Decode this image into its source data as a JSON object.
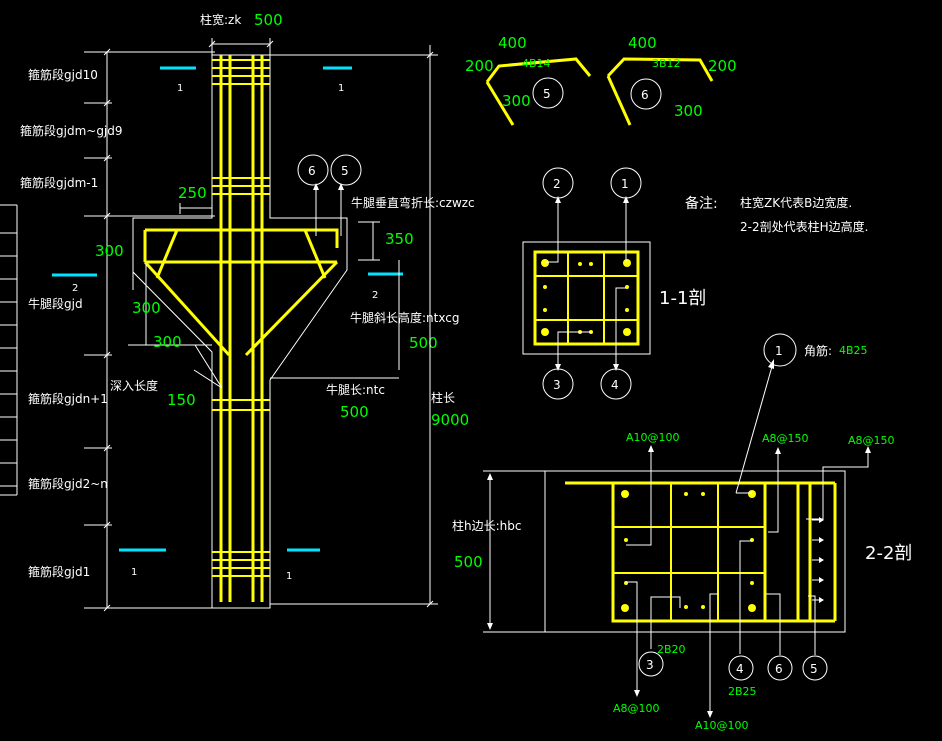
{
  "left_labels": {
    "gjd10": "箍筋段gjd10",
    "gjdm_gjd9": "箍筋段gjdm~gjd9",
    "gjdm_1": "箍筋段gjdm-1",
    "gjd": "牛腿段gjd",
    "gjdn_1": "箍筋段gjdn+1",
    "gjd2_n": "箍筋段gjd2~n",
    "gjd1": "箍筋段gjd1"
  },
  "top": {
    "column_width_label": "柱宽:zk",
    "column_width_value": "500"
  },
  "dims": {
    "d250": "250",
    "d300a": "300",
    "d300b": "300",
    "d300c": "300",
    "d350": "350",
    "d500a": "500",
    "d500b": "500",
    "d150": "150",
    "d9000": "9000",
    "d500c": "500"
  },
  "corbel": {
    "vertical_bend_label": "牛腿垂直弯折长:czwzc",
    "slant_height_label": "牛腿斜长高度:ntxcg",
    "length_label": "牛腿长:ntc",
    "embed_label": "深入长度",
    "column_length_label": "柱长"
  },
  "section_marks": {
    "one_a": "1",
    "one_b": "1",
    "two_a": "2",
    "two_b": "2",
    "one_c": "1",
    "one_d": "1"
  },
  "bars": {
    "b5": {
      "code": "4B14",
      "d400": "400",
      "d200": "200",
      "d300": "300",
      "num": "5"
    },
    "b6": {
      "code": "3B12",
      "d400": "400",
      "d200": "200",
      "d300": "300",
      "num": "6"
    }
  },
  "callouts": {
    "c6": "6",
    "c5": "5",
    "c2": "2",
    "c1": "1",
    "c3": "3",
    "c4": "4"
  },
  "section11": {
    "title": "1-1剖"
  },
  "notes": {
    "prefix": "备注:",
    "line1": "柱宽ZK代表B边宽度.",
    "line2": "2-2剖处代表柱H边高度."
  },
  "section22": {
    "title": "2-2剖",
    "corner_num": "1",
    "corner_label": "角筋:",
    "corner_code": "4B25",
    "a10_100_top": "A10@100",
    "a8_150_a": "A8@150",
    "a8_150_b": "A8@150",
    "hbc_label": "柱h边长:hbc",
    "hbc_value": "500",
    "b20": "2B20",
    "b25": "2B25",
    "n3": "3",
    "n4": "4",
    "n6": "6",
    "n5": "5",
    "a8_100": "A8@100",
    "a10_100_bot": "A10@100"
  },
  "colors": {
    "bar": "#ffff00",
    "line": "#ffffff",
    "dimension_text": "#00ff00",
    "section_mark": "#00e5ff",
    "background": "#000000"
  }
}
